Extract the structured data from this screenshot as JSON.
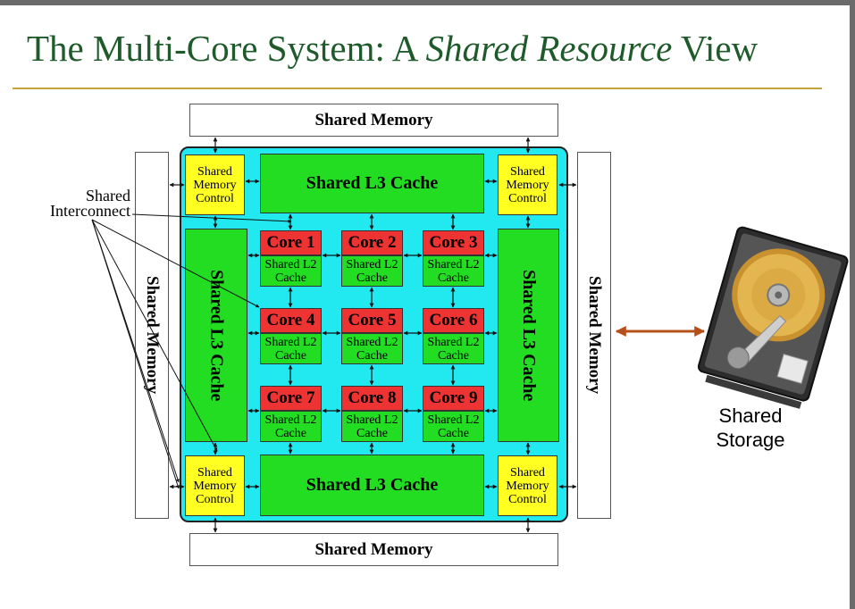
{
  "slide": {
    "title_prefix": "The Multi-Core System: A ",
    "title_emphasis": "Shared Resource",
    "title_suffix": " View"
  },
  "diagram": {
    "shared_memory_label": "Shared Memory",
    "shared_memory_control_label": "Shared Memory Control",
    "l3_cache_label": "Shared L3 Cache",
    "l2_cache_label": "Shared L2 Cache",
    "interconnect_label": "Shared Interconnect",
    "cores": [
      "Core 1",
      "Core 2",
      "Core 3",
      "Core 4",
      "Core 5",
      "Core 6",
      "Core 7",
      "Core 8",
      "Core 9"
    ],
    "storage_label": "Shared Storage"
  },
  "colors": {
    "chip_background": "#22e8ef",
    "core": "#ee3333",
    "cache": "#22dd22",
    "memory_control": "#ffff22",
    "storage_arrow": "#b5501a",
    "title": "#1f5a2a",
    "title_rule": "#c8a23a"
  },
  "icons": {
    "storage": "hard-disk-drive-icon"
  }
}
